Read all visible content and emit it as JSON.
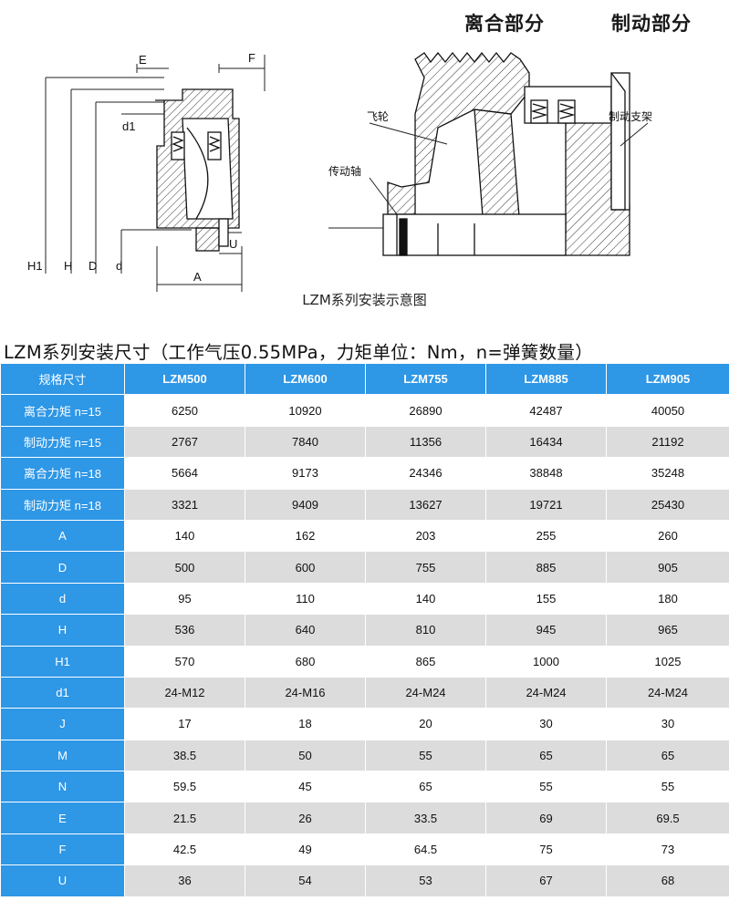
{
  "header": {
    "clutch_part": "离合部分",
    "brake_part": "制动部分"
  },
  "drawing": {
    "dim_labels": {
      "E": "E",
      "F": "F",
      "d1": "d1",
      "H1": "H1",
      "H": "H",
      "D": "D",
      "d": "d",
      "U": "U",
      "A": "A"
    },
    "callouts": {
      "flywheel": "飞轮",
      "drive_shaft": "传动轴",
      "brake_bracket": "制动支架"
    },
    "caption": "LZM系列安装示意图"
  },
  "table": {
    "title": "LZM系列安装尺寸（工作气压0.55MPa，力矩单位：Nm，n=弹簧数量）",
    "corner": "规格尺寸",
    "columns": [
      "LZM500",
      "LZM600",
      "LZM755",
      "LZM885",
      "LZM905"
    ],
    "rows": [
      {
        "label": "离合力矩 n=15",
        "values": [
          "6250",
          "10920",
          "26890",
          "42487",
          "40050"
        ]
      },
      {
        "label": "制动力矩 n=15",
        "values": [
          "2767",
          "7840",
          "11356",
          "16434",
          "21192"
        ]
      },
      {
        "label": "离合力矩 n=18",
        "values": [
          "5664",
          "9173",
          "24346",
          "38848",
          "35248"
        ]
      },
      {
        "label": "制动力矩 n=18",
        "values": [
          "3321",
          "9409",
          "13627",
          "19721",
          "25430"
        ]
      },
      {
        "label": "A",
        "values": [
          "140",
          "162",
          "203",
          "255",
          "260"
        ]
      },
      {
        "label": "D",
        "values": [
          "500",
          "600",
          "755",
          "885",
          "905"
        ]
      },
      {
        "label": "d",
        "values": [
          "95",
          "110",
          "140",
          "155",
          "180"
        ]
      },
      {
        "label": "H",
        "values": [
          "536",
          "640",
          "810",
          "945",
          "965"
        ]
      },
      {
        "label": "H1",
        "values": [
          "570",
          "680",
          "865",
          "1000",
          "1025"
        ]
      },
      {
        "label": "d1",
        "values": [
          "24-M12",
          "24-M16",
          "24-M24",
          "24-M24",
          "24-M24"
        ]
      },
      {
        "label": "J",
        "values": [
          "17",
          "18",
          "20",
          "30",
          "30"
        ]
      },
      {
        "label": "M",
        "values": [
          "38.5",
          "50",
          "55",
          "65",
          "65"
        ]
      },
      {
        "label": "N",
        "values": [
          "59.5",
          "45",
          "65",
          "55",
          "55"
        ]
      },
      {
        "label": "E",
        "values": [
          "21.5",
          "26",
          "33.5",
          "69",
          "69.5"
        ]
      },
      {
        "label": "F",
        "values": [
          "42.5",
          "49",
          "64.5",
          "75",
          "73"
        ]
      },
      {
        "label": "U",
        "values": [
          "36",
          "54",
          "53",
          "67",
          "68"
        ]
      }
    ]
  },
  "colors": {
    "header_blue": "#2e97e6",
    "stripe_gray": "#dcdcdc"
  }
}
